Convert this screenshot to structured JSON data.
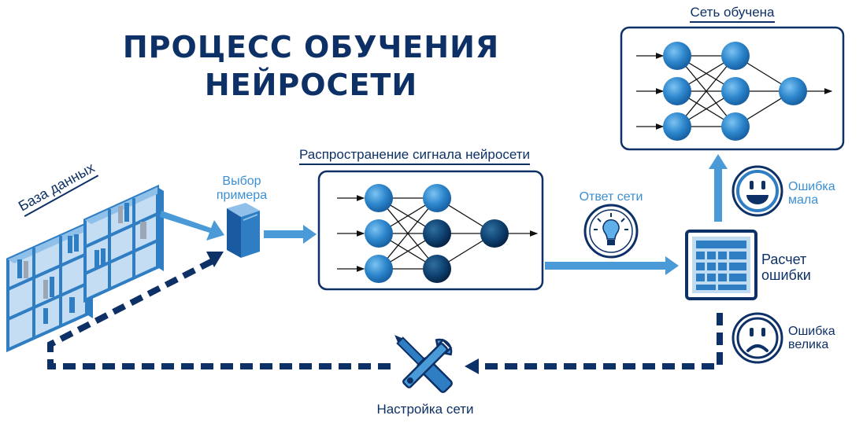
{
  "title": {
    "line1": "ПРОЦЕСС ОБУЧЕНИЯ",
    "line2": "НЕЙРОСЕТИ"
  },
  "labels": {
    "database": "База данных",
    "choose_line1": "Выбор",
    "choose_line2": "примера",
    "propagation": "Распространение сигнала нейросети",
    "network_answer": "Ответ сети",
    "trained": "Сеть обучена",
    "error_small_line1": "Ошибка",
    "error_small_line2": "мала",
    "calc_line1": "Расчет",
    "calc_line2": "ошибки",
    "error_big_line1": "Ошибка",
    "error_big_line2": "велика",
    "tuning": "Настройка сети"
  },
  "icons": {
    "database": "bookshelf-icon",
    "example": "book-icon",
    "answer": "lightbulb-icon",
    "calc": "calculator-icon",
    "good": "smiley-happy-icon",
    "bad": "smiley-sad-icon",
    "tools": "wrench-screwdriver-icon"
  },
  "colors": {
    "navy": "#0d3166",
    "blue": "#2f7ec4",
    "light_blue": "#4a9ad8",
    "dark_node": "#0d3f6e"
  }
}
